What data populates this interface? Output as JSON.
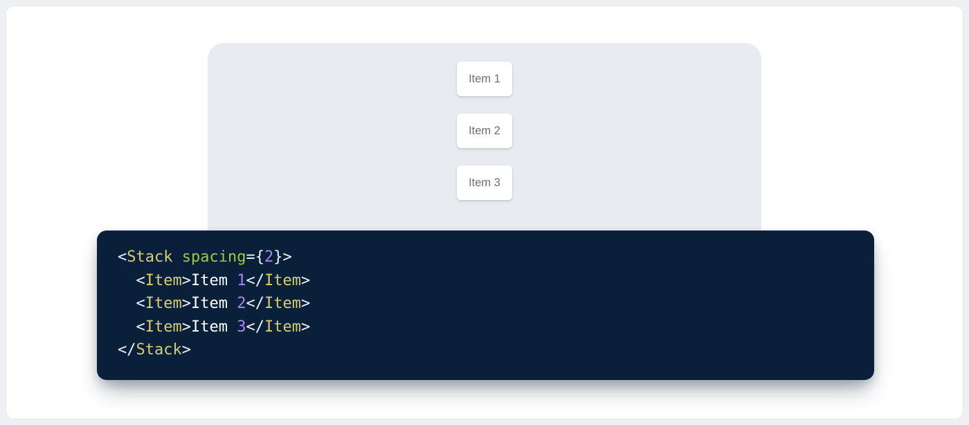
{
  "stack_demo": {
    "items": [
      {
        "label": "Item 1"
      },
      {
        "label": "Item 2"
      },
      {
        "label": "Item 3"
      }
    ]
  },
  "code_block": {
    "language": "jsx",
    "full_text": "<Stack spacing={2}>\n  <Item>Item 1</Item>\n  <Item>Item 2</Item>\n  <Item>Item 3</Item>\n</Stack>",
    "lines": [
      [
        "<",
        "Stack",
        " ",
        "spacing",
        "=",
        "{",
        "2",
        "}",
        ">"
      ],
      [
        "  ",
        "<",
        "Item",
        ">",
        "Item ",
        "1",
        "</",
        "Item",
        ">"
      ],
      [
        "  ",
        "<",
        "Item",
        ">",
        "Item ",
        "2",
        "</",
        "Item",
        ">"
      ],
      [
        "  ",
        "<",
        "Item",
        ">",
        "Item ",
        "3",
        "</",
        "Item",
        ">"
      ],
      [
        "</",
        "Stack",
        ">"
      ]
    ]
  },
  "colors": {
    "page_background": "#eef0f3",
    "card_background": "#ffffff",
    "preview_panel_background": "#e8ebf0",
    "item_text": "#68707a",
    "code_background": "#0a1f3a",
    "syntax_tag": "#d5ce72",
    "syntax_attr_name": "#9acd3b",
    "syntax_number": "#a885f3",
    "syntax_punctuation": "#f2f5f9",
    "syntax_plain_text": "#ffffff"
  }
}
